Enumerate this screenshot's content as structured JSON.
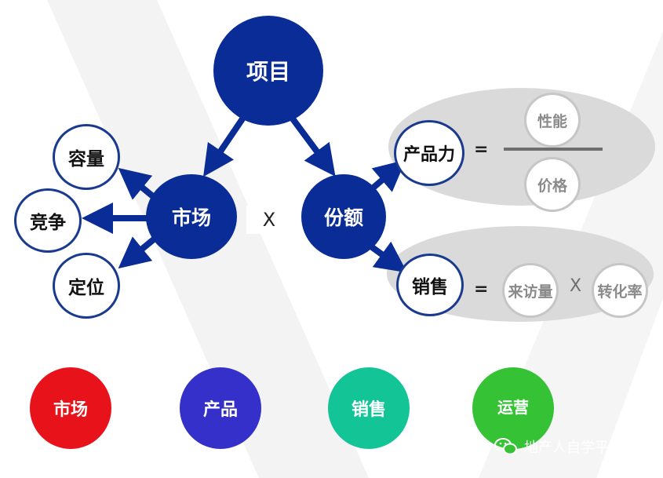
{
  "diagram": {
    "top": "项目",
    "left_hub": "市场",
    "right_hub": "份额",
    "multiply": "X",
    "market_children": [
      "容量",
      "竞争",
      "定位"
    ],
    "share_children": [
      "产品力",
      "销售"
    ],
    "product_formula": {
      "equals": "=",
      "numerator": "性能",
      "denominator": "价格"
    },
    "sales_formula": {
      "equals": "=",
      "left": "来访量",
      "operator": "X",
      "right": "转化率"
    }
  },
  "bottom_circles": [
    {
      "label": "市场",
      "color": "#e8121a"
    },
    {
      "label": "产品",
      "color": "#3530c9"
    },
    {
      "label": "销售",
      "color": "#12c496"
    },
    {
      "label": "运营",
      "color": "#35c335"
    }
  ],
  "watermark": {
    "text": "地产人自学平台",
    "icon": "wechat-icon"
  },
  "colors": {
    "navy": "#0a2c96",
    "ring": "#1a3a8f",
    "oval": "#dadada"
  }
}
